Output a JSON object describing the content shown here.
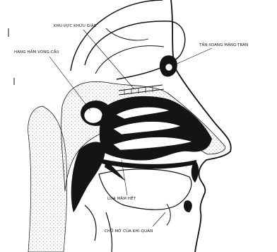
{
  "labels": {
    "olfactory_region": "KHU-VỰC KHỨU GIÁC",
    "frontal_sinus": "TẦN-XOANG MẶNG-TRÁN",
    "sphenoid_sinus": "HANG HẦM VÒNG-CẦU",
    "soft_palate": "LƯA MẬM HỀT",
    "trachea": "CHỖ MỞ CỦA KHÍ-QUẢN"
  },
  "colors": {
    "ink": "#111111",
    "cavity": "#141414",
    "paper": "#ffffff"
  }
}
